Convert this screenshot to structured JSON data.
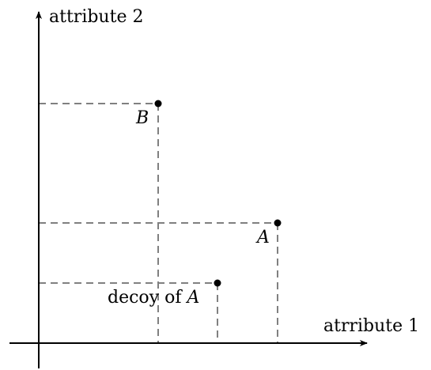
{
  "axes": {
    "x_label": "atrribute 1",
    "y_label": "attribute 2"
  },
  "points": [
    {
      "id": "B",
      "label": "B",
      "label_italic": true
    },
    {
      "id": "A",
      "label": "A",
      "label_italic": true
    },
    {
      "id": "decoy",
      "label_prefix": "decoy of ",
      "label": "A",
      "label_italic": true
    }
  ]
}
